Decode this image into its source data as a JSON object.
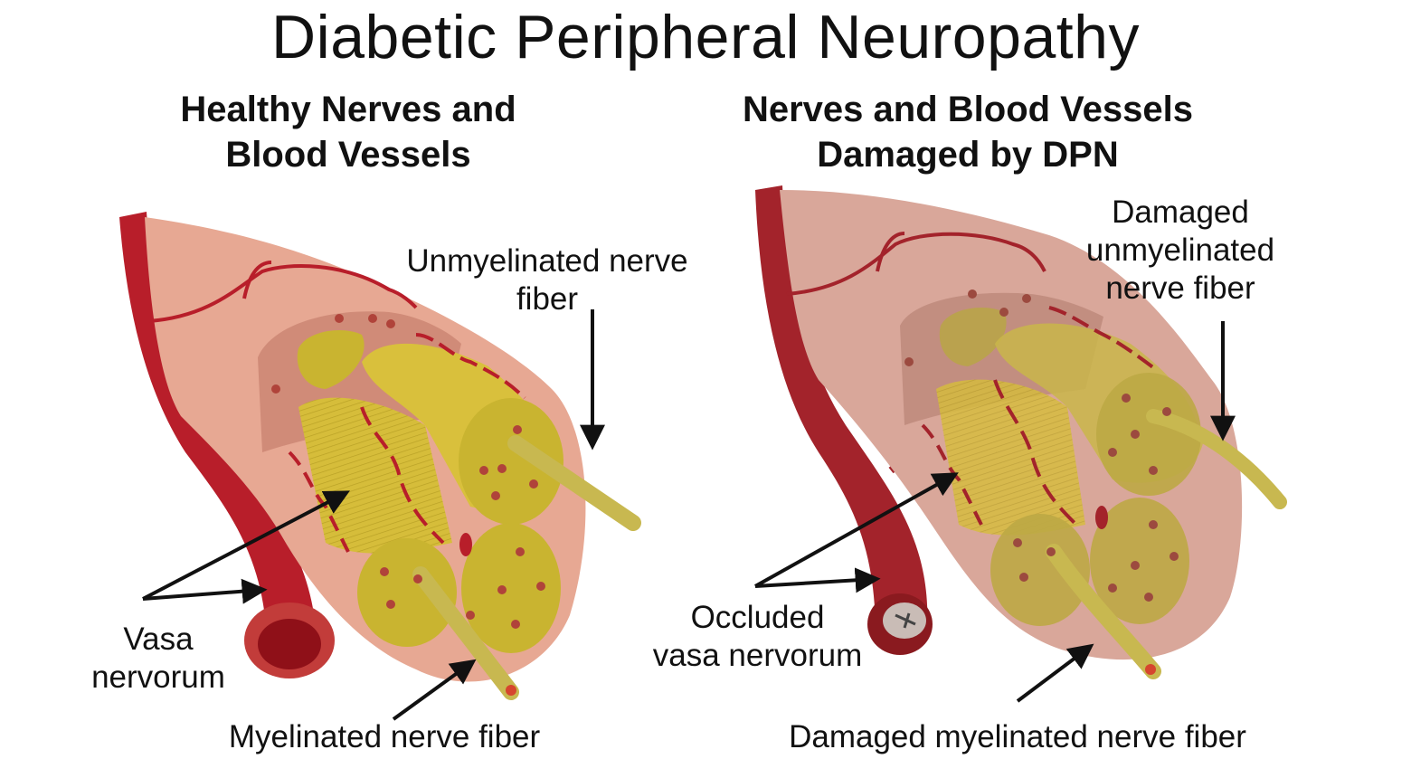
{
  "title": "Diabetic Peripheral Neuropathy",
  "healthy": {
    "heading_line1": "Healthy Nerves and",
    "heading_line2": "Blood Vessels",
    "unmyelinated_line1": "Unmyelinated nerve",
    "unmyelinated_line2": "fiber",
    "vasa_line1": "Vasa",
    "vasa_line2": "nervorum",
    "myelinated": "Myelinated nerve fiber"
  },
  "damaged": {
    "heading_line1": "Nerves and Blood Vessels",
    "heading_line2": "Damaged by DPN",
    "unmyelinated_line1": "Damaged",
    "unmyelinated_line2": "unmyelinated",
    "unmyelinated_line3": "nerve fiber",
    "vasa_line1": "Occluded",
    "vasa_line2": "vasa nervorum",
    "myelinated": "Damaged myelinated nerve fiber"
  },
  "colors": {
    "vessel": "#b81e2a",
    "vessel_dark": "#8f1018",
    "sheath": "#e7a893",
    "sheath_light": "#efbba8",
    "fascicle": "#c9b430",
    "fascicle_light": "#d9c03c",
    "fiber": "#c8b850",
    "damaged_tint": "#d9a79a"
  }
}
